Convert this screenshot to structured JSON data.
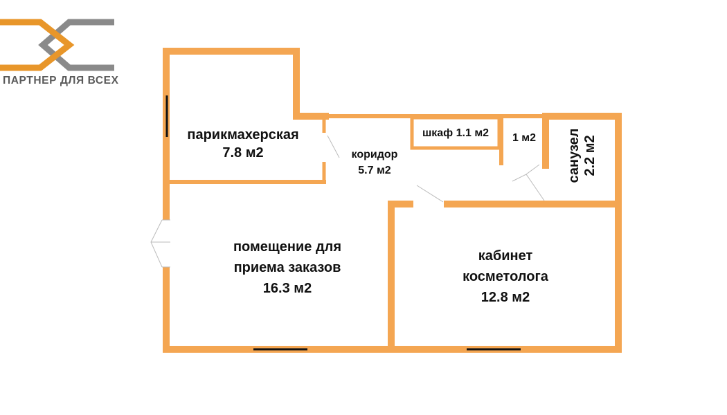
{
  "logo": {
    "text": "ПАРТНЕР ДЛЯ ВСЕХ",
    "colors": {
      "orange": "#e8962a",
      "gray": "#8a8a8a"
    }
  },
  "plan": {
    "wall_color": "#f4a652",
    "window_color": "#111111",
    "rooms": [
      {
        "id": "hairdresser",
        "name": "парикмахерская",
        "area": "7.8 м2"
      },
      {
        "id": "corridor",
        "name": "коридор",
        "area": "5.7 м2"
      },
      {
        "id": "closet",
        "name": "шкаф 1.1 м2"
      },
      {
        "id": "small",
        "name": "1 м2"
      },
      {
        "id": "bathroom",
        "name": "санузел",
        "area": "2.2 м2"
      },
      {
        "id": "reception",
        "name_line1": "помещение для",
        "name_line2": "приема заказов",
        "area": "16.3 м2"
      },
      {
        "id": "cosmetologist",
        "name_line1": "кабинет",
        "name_line2": "косметолога",
        "area": "12.8 м2"
      }
    ]
  }
}
